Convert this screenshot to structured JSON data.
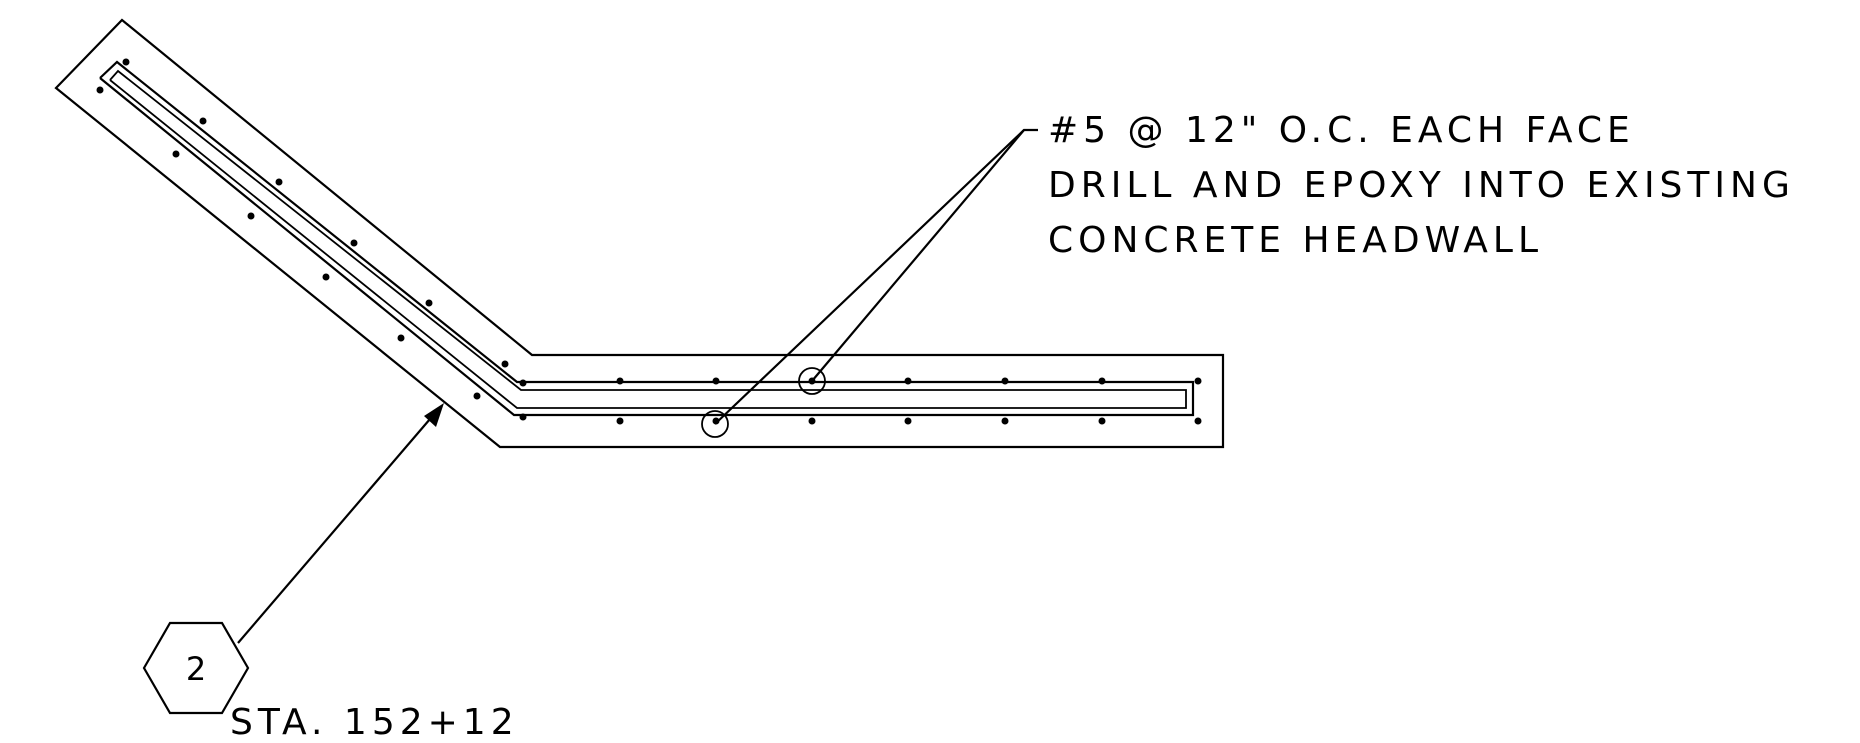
{
  "callout": {
    "lines": [
      "#5 @ 12\" O.C. EACH FACE",
      "DRILL AND EPOXY INTO EXISTING",
      "CONCRETE HEADWALL"
    ]
  },
  "section_tag": {
    "number": "2",
    "station": "STA. 152+12"
  }
}
